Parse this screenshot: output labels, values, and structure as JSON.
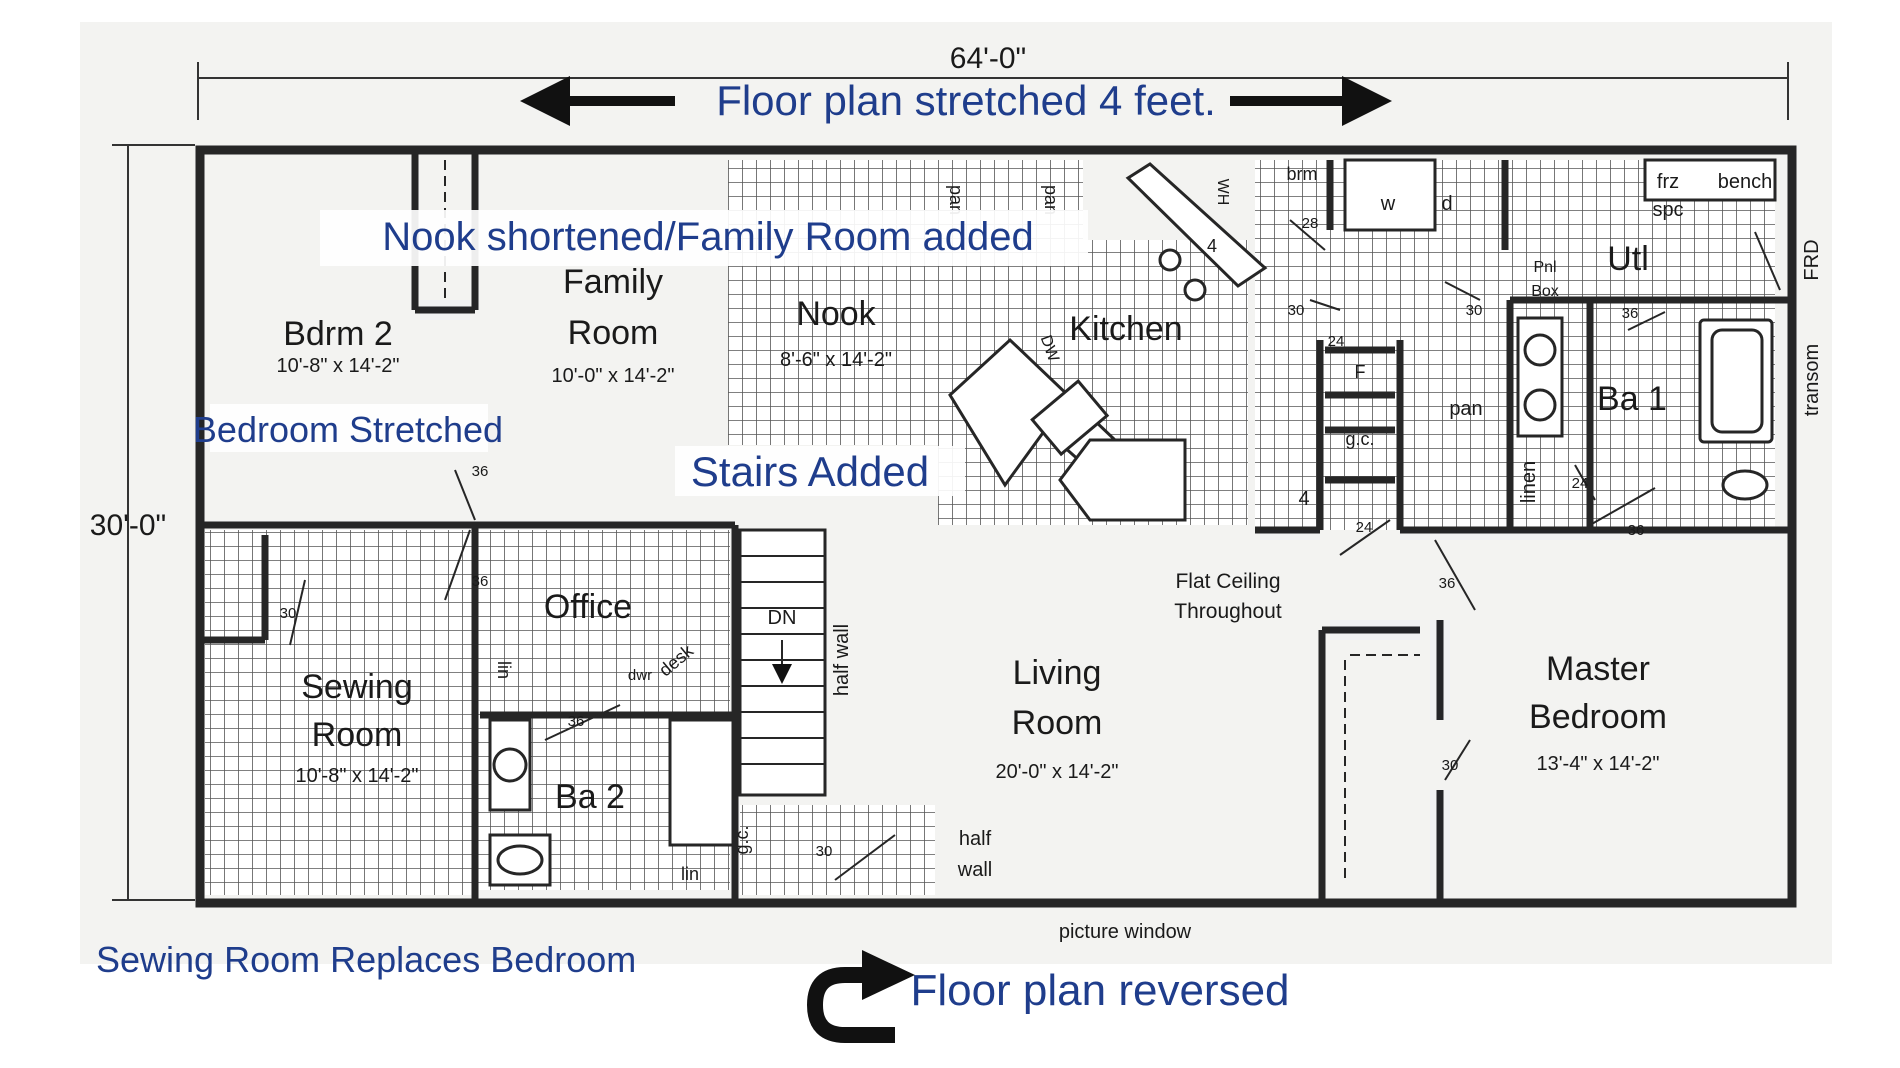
{
  "colors": {
    "paper": "#f3f3f1",
    "wall": "#262626",
    "tile": "#555555",
    "annotation": "#1f3d8c",
    "arrow": "#111111"
  },
  "dimensions": {
    "width": "64'-0\"",
    "depth": "30'-0\""
  },
  "annotations": {
    "stretched": "Floor plan stretched 4 feet.",
    "nook": "Nook shortened/Family Room added",
    "bedroom": "Bedroom Stretched",
    "stairs": "Stairs Added",
    "sewing": "Sewing Room Replaces Bedroom",
    "reversed": "Floor plan reversed"
  },
  "rooms": {
    "bdrm2": {
      "name": "Bdrm 2",
      "size": "10'-8\" x 14'-2\""
    },
    "family": {
      "name1": "Family",
      "name2": "Room",
      "size": "10'-0\" x 14'-2\""
    },
    "nook": {
      "name": "Nook",
      "size": "8'-6\" x 14'-2\""
    },
    "kitchen": {
      "name": "Kitchen"
    },
    "utl": {
      "name": "Utl"
    },
    "ba1": {
      "name": "Ba 1"
    },
    "office": {
      "name": "Office"
    },
    "sewing": {
      "name1": "Sewing",
      "name2": "Room",
      "size": "10'-8\" x 14'-2\""
    },
    "ba2": {
      "name": "Ba 2"
    },
    "living": {
      "name1": "Living",
      "name2": "Room",
      "size": "20'-0\" x 14'-2\""
    },
    "master": {
      "name1": "Master",
      "name2": "Bedroom",
      "size": "13'-4\" x 14'-2\""
    }
  },
  "labels": {
    "pan": "pan",
    "brm": "brm",
    "frz": "frz",
    "bench": "bench",
    "spc": "spc",
    "pnl": "Pnl",
    "box": "Box",
    "frd": "FRD",
    "transom": "transom",
    "w": "w",
    "d": "d",
    "wh": "WH",
    "dw": "DW",
    "f": "F",
    "gc": "g.c.",
    "linen": "linen",
    "lin": "lin",
    "dwr": "dwr",
    "desk": "desk",
    "dn": "DN",
    "half_wall": "half wall",
    "half": "half",
    "wall": "wall",
    "flat1": "Flat Ceiling",
    "flat2": "Throughout",
    "picture_window": "picture window",
    "d36": "36",
    "d30": "30",
    "d28": "28",
    "d24": "24",
    "d4": "4"
  }
}
